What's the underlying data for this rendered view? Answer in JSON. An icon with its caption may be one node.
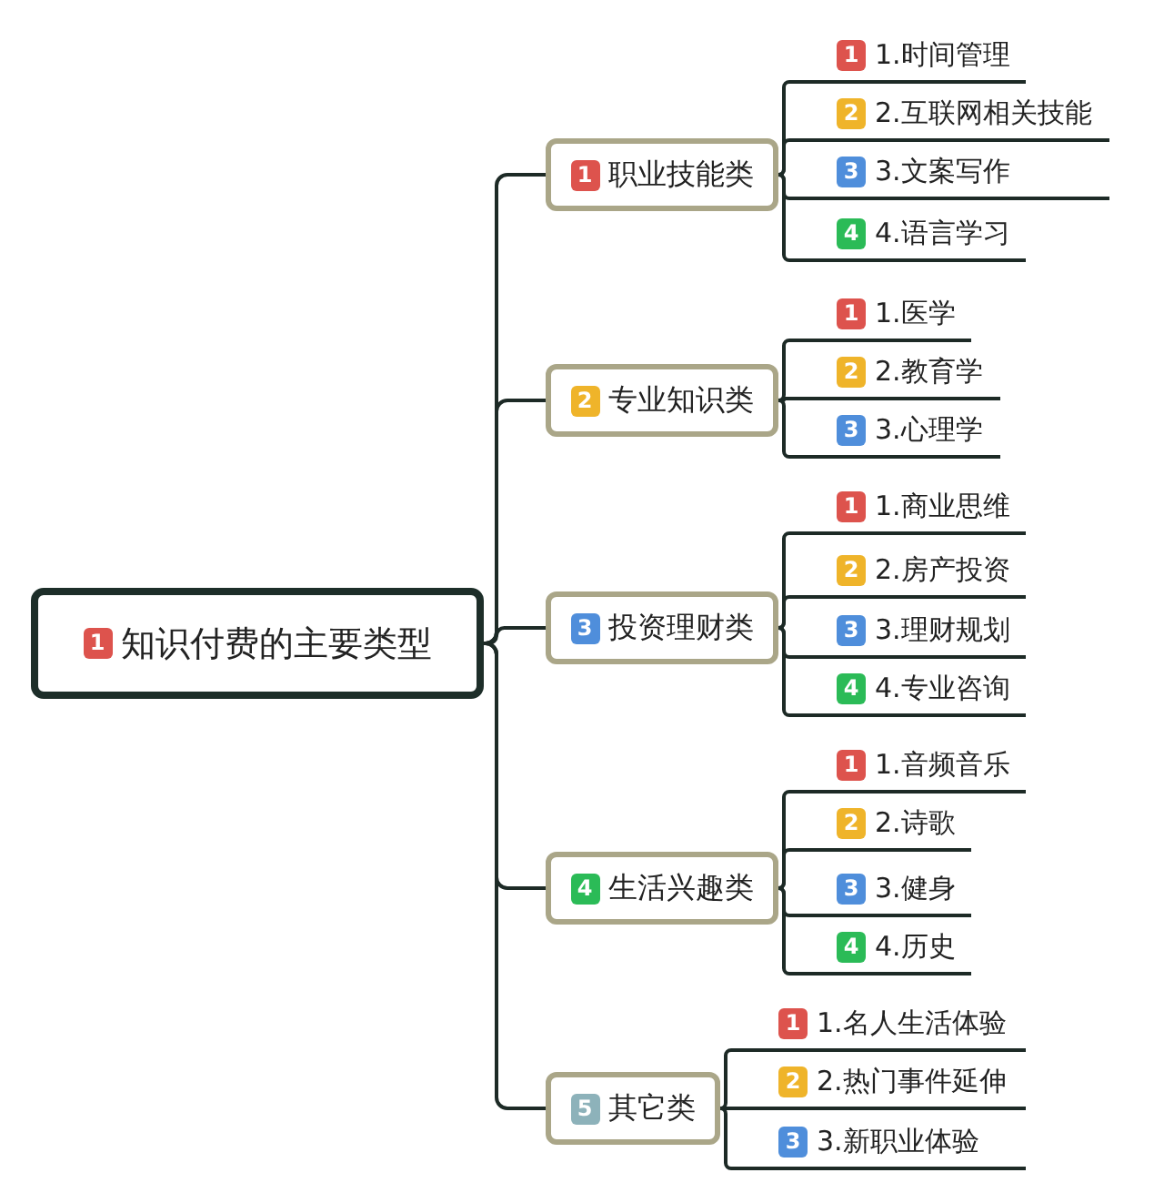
{
  "diagram": {
    "nodes": [
      {
        "text": [
          "1",
          "知识付费的主要类型"
        ]
      },
      {
        "text": [
          "1",
          "职业技能类"
        ]
      },
      {
        "text": [
          "1",
          "1.时间管理"
        ]
      },
      {
        "text": [
          "2",
          "2.互联网相关技能"
        ]
      },
      {
        "text": [
          "3",
          "3.文案写作"
        ]
      },
      {
        "text": [
          "4",
          "4.语言学习"
        ]
      },
      {
        "text": [
          "2",
          "专业知识类"
        ]
      },
      {
        "text": [
          "1",
          "1.医学"
        ]
      },
      {
        "text": [
          "2",
          "2.教育学"
        ]
      },
      {
        "text": [
          "3",
          "3.心理学"
        ]
      },
      {
        "text": [
          "3",
          "投资理财类"
        ]
      },
      {
        "text": [
          "1",
          "1.商业思维"
        ]
      },
      {
        "text": [
          "2",
          "2.房产投资"
        ]
      },
      {
        "text": [
          "3",
          "3.理财规划"
        ]
      },
      {
        "text": [
          "4",
          "4.专业咨询"
        ]
      },
      {
        "text": [
          "4",
          "生活兴趣类"
        ]
      },
      {
        "text": [
          "1",
          "1.音频音乐"
        ]
      },
      {
        "text": [
          "2",
          "2.诗歌"
        ]
      },
      {
        "text": [
          "3",
          "3.健身"
        ]
      },
      {
        "text": [
          "4",
          "4.历史"
        ]
      },
      {
        "text": [
          "5",
          "其它类"
        ]
      },
      {
        "text": [
          "1",
          "1.名人生活体验"
        ]
      },
      {
        "text": [
          "2",
          "2.热门事件延伸"
        ]
      },
      {
        "text": [
          "3",
          "3.新职业体验"
        ]
      }
    ],
    "edges": [
      {
        "from": 0,
        "to": 1,
        "arrow": "none"
      },
      {
        "from": 0,
        "to": 6,
        "arrow": "none"
      },
      {
        "from": 0,
        "to": 10,
        "arrow": "none"
      },
      {
        "from": 0,
        "to": 15,
        "arrow": "none"
      },
      {
        "from": 0,
        "to": 20,
        "arrow": "none"
      },
      {
        "from": 1,
        "to": 2,
        "arrow": "none"
      },
      {
        "from": 1,
        "to": 3,
        "arrow": "none"
      },
      {
        "from": 1,
        "to": 4,
        "arrow": "none"
      },
      {
        "from": 1,
        "to": 5,
        "arrow": "none"
      },
      {
        "from": 6,
        "to": 7,
        "arrow": "none"
      },
      {
        "from": 6,
        "to": 8,
        "arrow": "none"
      },
      {
        "from": 6,
        "to": 9,
        "arrow": "none"
      },
      {
        "from": 10,
        "to": 11,
        "arrow": "none"
      },
      {
        "from": 10,
        "to": 12,
        "arrow": "none"
      },
      {
        "from": 10,
        "to": 13,
        "arrow": "none"
      },
      {
        "from": 10,
        "to": 14,
        "arrow": "none"
      },
      {
        "from": 15,
        "to": 16,
        "arrow": "none"
      },
      {
        "from": 15,
        "to": 17,
        "arrow": "none"
      },
      {
        "from": 15,
        "to": 18,
        "arrow": "none"
      },
      {
        "from": 15,
        "to": 19,
        "arrow": "none"
      },
      {
        "from": 20,
        "to": 21,
        "arrow": "none"
      },
      {
        "from": 20,
        "to": 22,
        "arrow": "none"
      },
      {
        "from": 20,
        "to": 23,
        "arrow": "none"
      }
    ]
  }
}
